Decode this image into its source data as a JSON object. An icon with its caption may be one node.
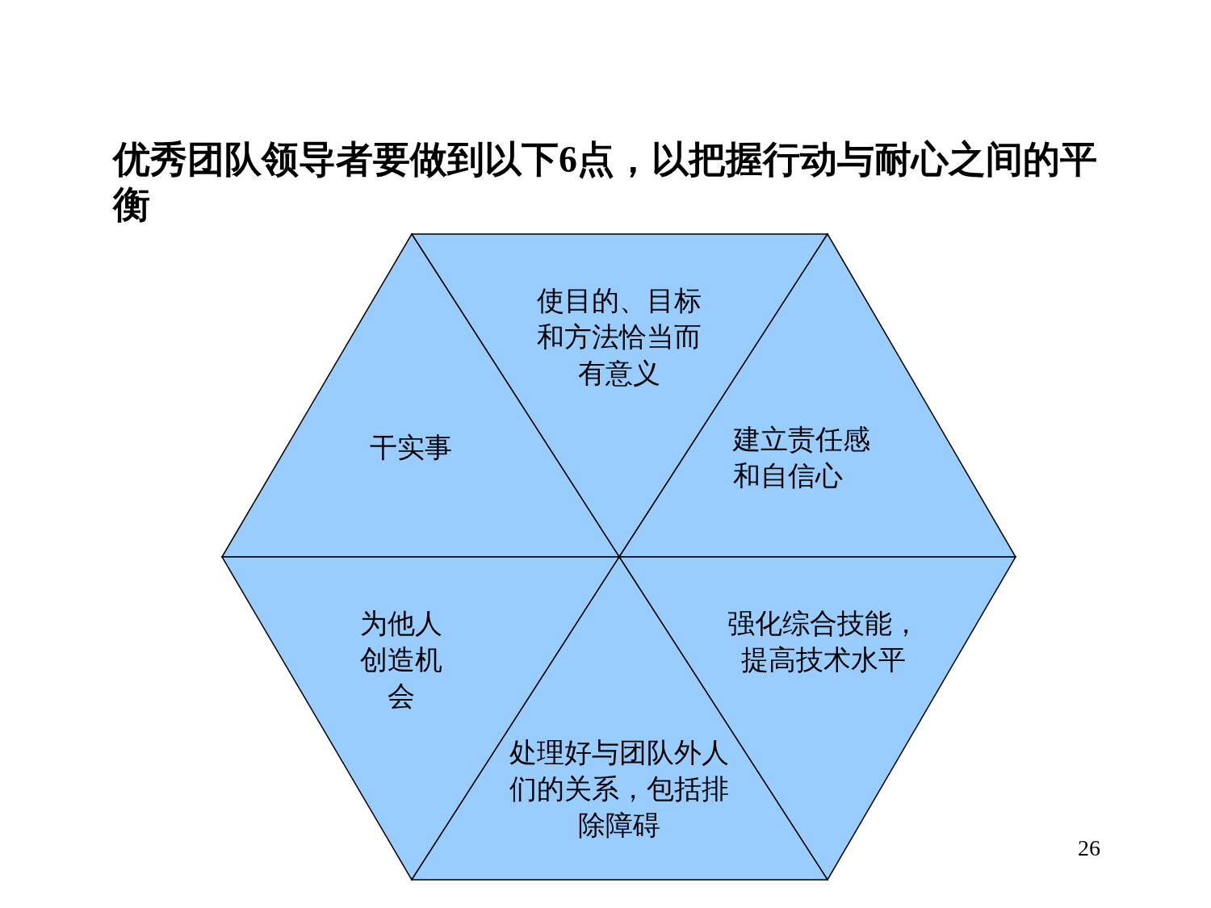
{
  "diagram": {
    "title": "优秀团队领导者要做到以下6点，以把握行动与耐心之间的平衡",
    "nodes": [
      {
        "text": [
          "使目的、目标和方法恰当而有意义"
        ]
      },
      {
        "text": [
          "干实事"
        ]
      },
      {
        "text": [
          "建立责任感和自信心"
        ]
      },
      {
        "text": [
          "为他人创造机会"
        ]
      },
      {
        "text": [
          "强化综合技能，提高技术水平"
        ]
      },
      {
        "text": [
          "处理好与团队外人们的关系，包括排除障碍"
        ]
      }
    ],
    "edges": [],
    "labels": [
      "26"
    ]
  }
}
